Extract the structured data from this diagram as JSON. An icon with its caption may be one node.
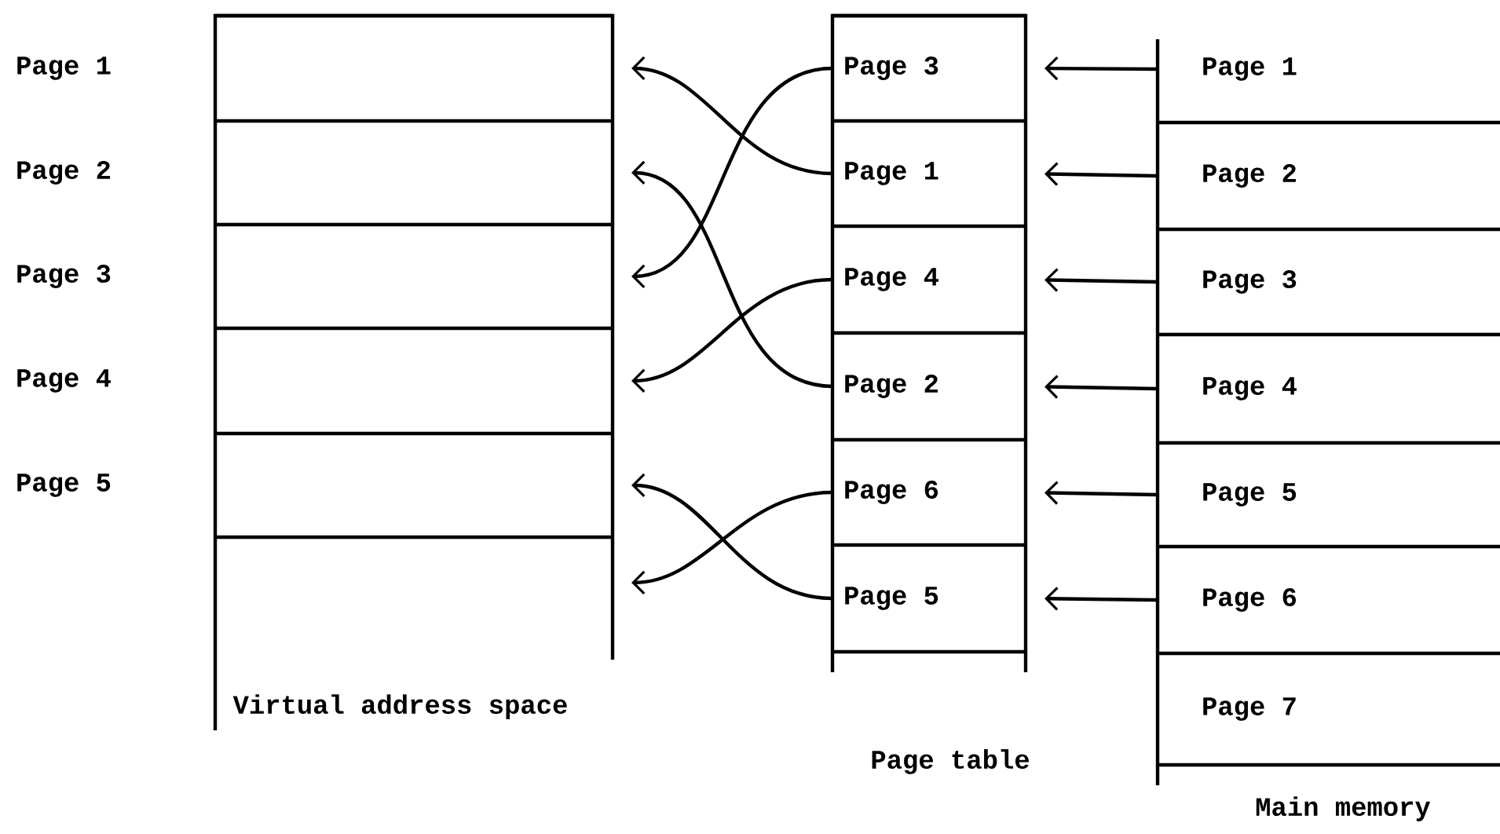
{
  "diagram": {
    "nodes": [
      {
        "text": [
          "Page 1"
        ]
      },
      {
        "text": [
          "Page 2"
        ]
      },
      {
        "text": [
          "Page 3"
        ]
      },
      {
        "text": [
          "Page 4"
        ]
      },
      {
        "text": [
          "Page 5"
        ]
      },
      {
        "text": [],
        "shape": "box"
      },
      {
        "text": [
          "Page 3"
        ]
      },
      {
        "text": [
          "Page 1"
        ]
      },
      {
        "text": [
          "Page 4"
        ]
      },
      {
        "text": [
          "Page 2"
        ]
      },
      {
        "text": [
          "Page 6"
        ]
      },
      {
        "text": [
          "Page 5"
        ]
      },
      {
        "text": [
          "Page 1"
        ]
      },
      {
        "text": [
          "Page 2"
        ]
      },
      {
        "text": [
          "Page 3"
        ]
      },
      {
        "text": [
          "Page 4"
        ]
      },
      {
        "text": [
          "Page 5"
        ]
      },
      {
        "text": [
          "Page 6"
        ]
      },
      {
        "text": [
          "Page 7"
        ]
      }
    ],
    "edges": [
      {
        "from": 6,
        "to": 2,
        "arrow": "to"
      },
      {
        "from": 7,
        "to": 0,
        "arrow": "to"
      },
      {
        "from": 8,
        "to": 3,
        "arrow": "to"
      },
      {
        "from": 9,
        "to": 1,
        "arrow": "to"
      },
      {
        "from": 10,
        "to": 5,
        "arrow": "to"
      },
      {
        "from": 11,
        "to": 4,
        "arrow": "to"
      },
      {
        "from": 12,
        "to": 6,
        "arrow": "to"
      },
      {
        "from": 13,
        "to": 7,
        "arrow": "to"
      },
      {
        "from": 14,
        "to": 8,
        "arrow": "to"
      },
      {
        "from": 15,
        "to": 9,
        "arrow": "to"
      },
      {
        "from": 16,
        "to": 10,
        "arrow": "to"
      },
      {
        "from": 17,
        "to": 11,
        "arrow": "to"
      }
    ],
    "labels": [
      "Virtual address space",
      "Page table",
      "Main memory"
    ]
  }
}
